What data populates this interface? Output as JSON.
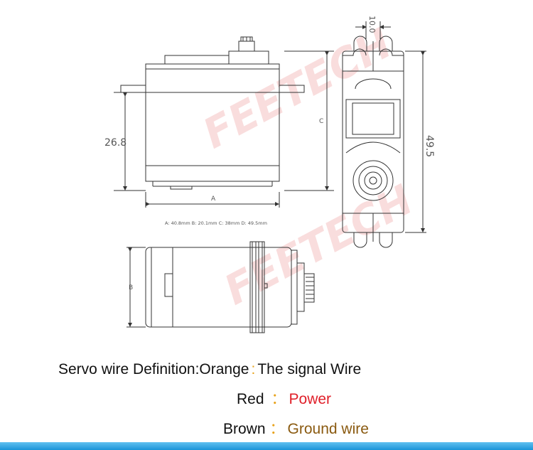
{
  "drawing": {
    "watermark": "FEETECH",
    "dims": {
      "height_label": "26.8",
      "top_width_label": "10.0",
      "total_height_label": "49.5",
      "a_label": "A",
      "b_label": "B",
      "c_label": "C",
      "spec_line": "A: 40.8mm B: 20.1mm C: 38mm D: 49.5mm"
    }
  },
  "legend": {
    "title": "Servo wire Definition:",
    "rows": [
      {
        "wire": "Orange",
        "sep": ":",
        "meaning": "The signal Wire",
        "sep_color": "#e8a21a",
        "meaning_color": "#111111"
      },
      {
        "wire": "Red",
        "sep": "：",
        "meaning": "Power",
        "sep_color": "#e8a21a",
        "meaning_color": "#e0202a"
      },
      {
        "wire": "Brown",
        "sep": "：",
        "meaning": "Ground wire",
        "sep_color": "#e8a21a",
        "meaning_color": "#8a5a10"
      }
    ]
  },
  "colors": {
    "line": "#333333",
    "watermark": "#e04a4a",
    "bar": "#2aa3e6"
  }
}
